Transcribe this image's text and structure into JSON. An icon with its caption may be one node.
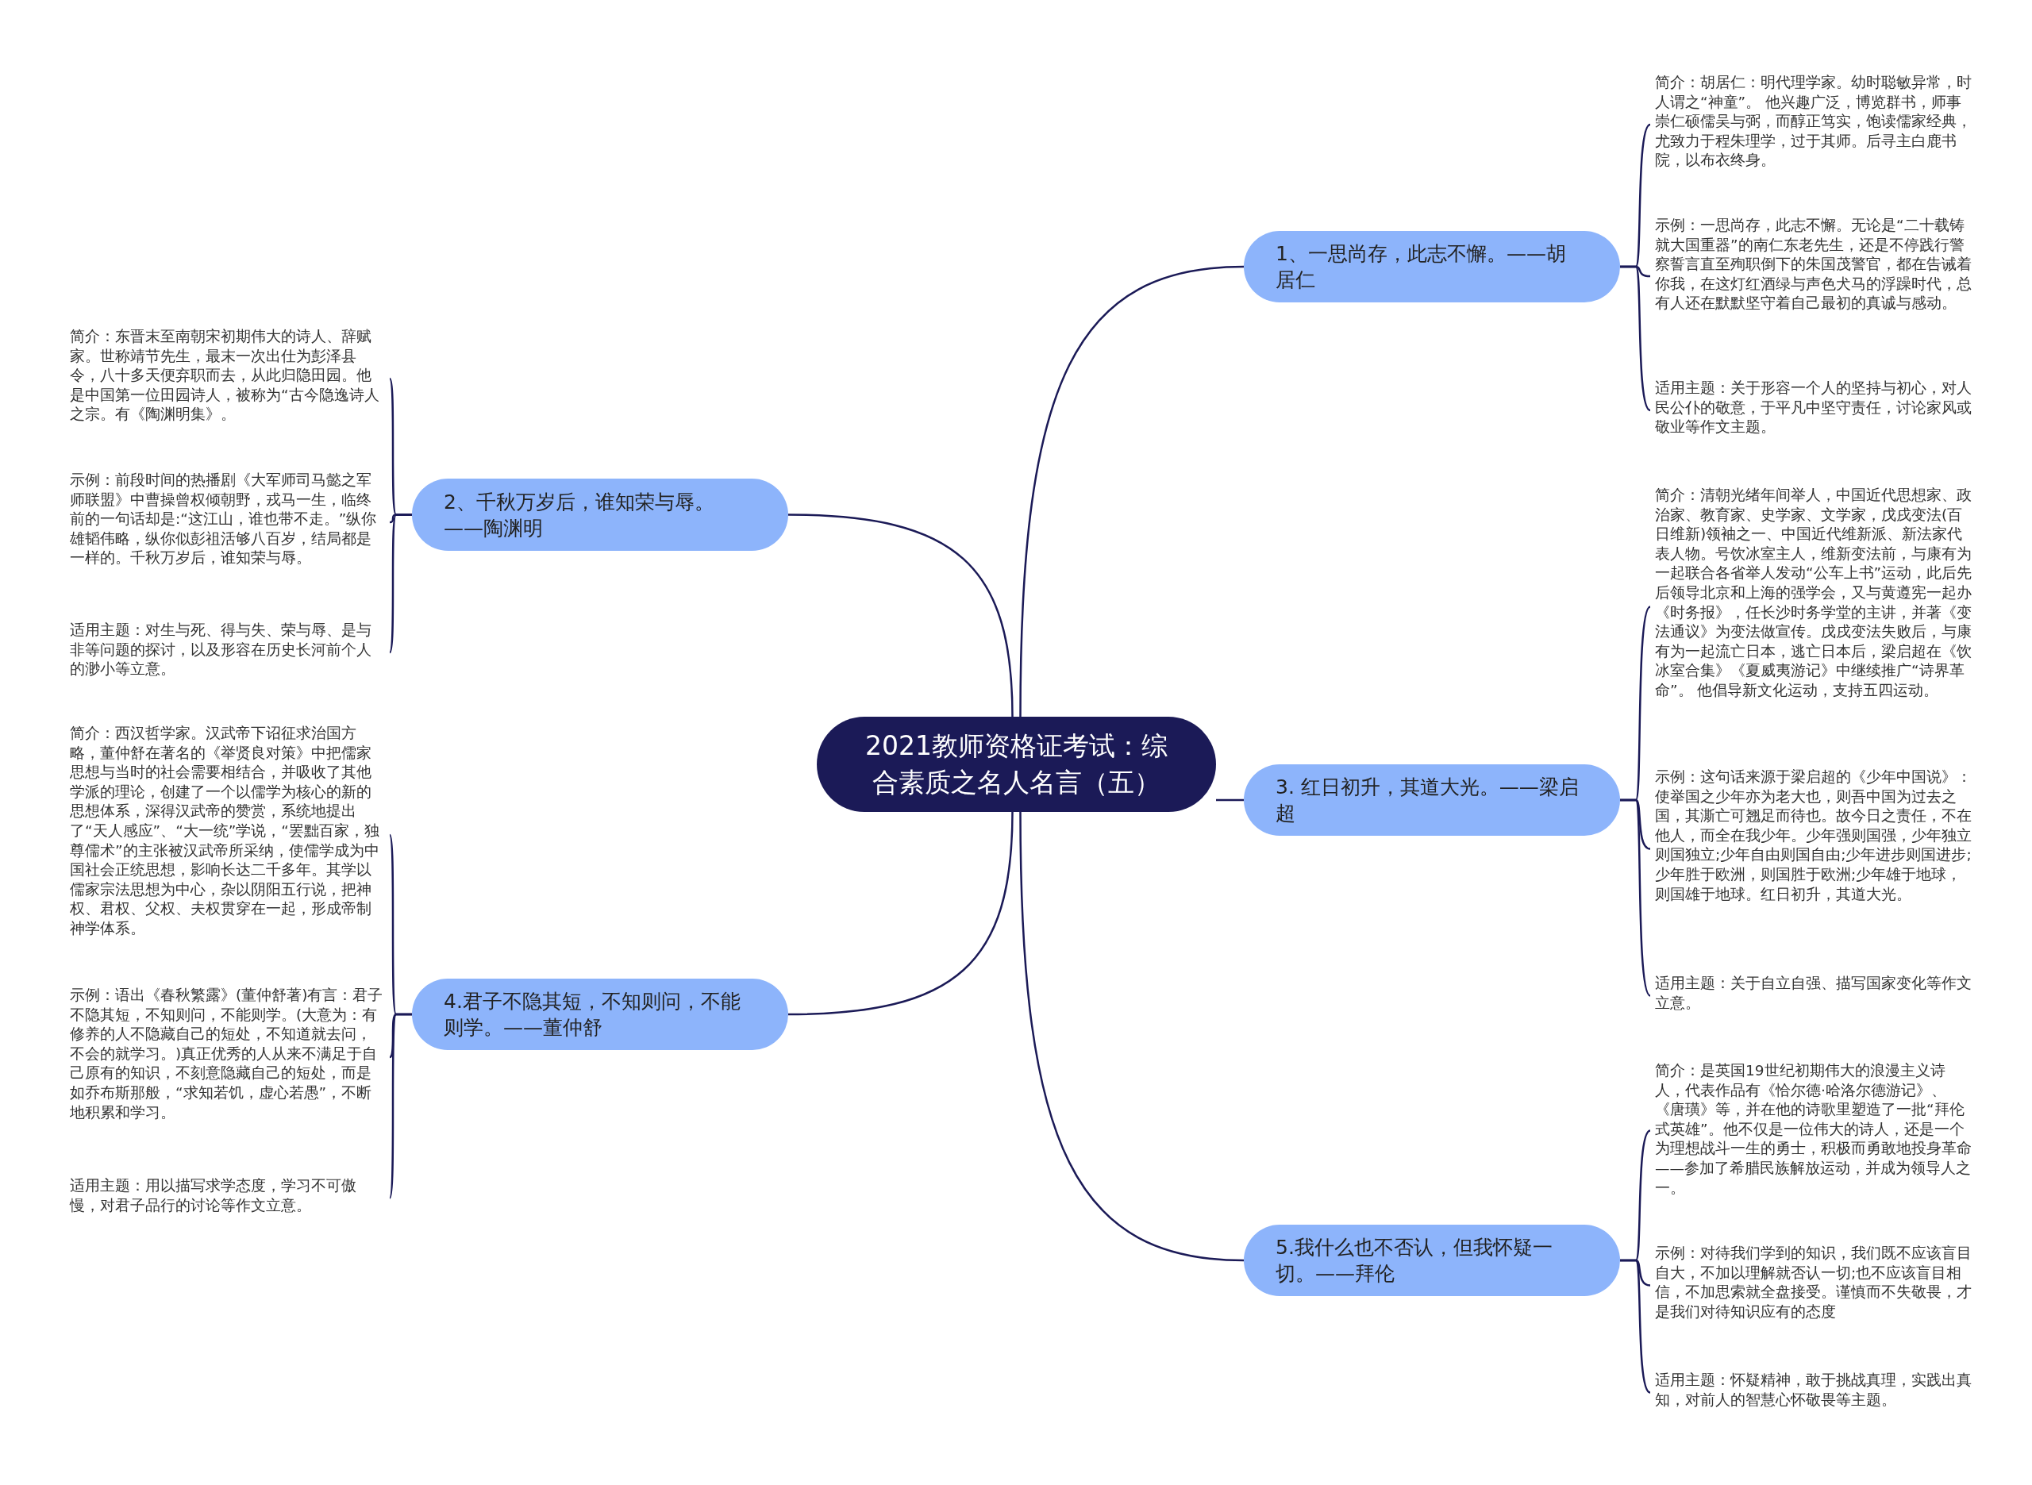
{
  "diagram": {
    "nodes": [
      {
        "text": [
          "2021教师资格证考试：综合素质之名人名言（五）"
        ]
      },
      {
        "text": [
          "1、一思尚存，此志不懈。——胡居仁"
        ]
      },
      {
        "text": [
          "简介：胡居仁：明代理学家。幼时聪敏异常，时人谓之“神童”。 他兴趣广泛，博览群书，师事崇仁硕儒吴与弼，而醇正笃实，饱读儒家经典，尤致力于程朱理学，过于其师。后寻主白鹿书院，以布衣终身。"
        ]
      },
      {
        "text": [
          "示例：一思尚存，此志不懈。无论是“二十载铸就大国重器”的南仁东老先生，还是不停践行警察誓言直至殉职倒下的朱国茂警官，都在告诫着你我，在这灯红酒绿与声色犬马的浮躁时代，总有人还在默默坚守着自己最初的真诚与感动。"
        ]
      },
      {
        "text": [
          "适用主题：关于形容一个人的坚持与初心，对人民公仆的敬意，于平凡中坚守责任，讨论家风或敬业等作文主题。"
        ]
      },
      {
        "text": [
          "2、千秋万岁后，谁知荣与辱。——陶渊明"
        ]
      },
      {
        "text": [
          "简介：东晋末至南朝宋初期伟大的诗人、辞赋家。世称靖节先生，最末一次出仕为彭泽县令，八十多天便弃职而去，从此归隐田园。他是中国第一位田园诗人，被称为“古今隐逸诗人之宗。有《陶渊明集》。"
        ]
      },
      {
        "text": [
          "示例：前段时间的热播剧《大军师司马懿之军师联盟》中曹操曾权倾朝野，戎马一生，临终前的一句话却是:“这江山，谁也带不走。”纵你雄韬伟略，纵你似彭祖活够八百岁，结局都是一样的。千秋万岁后，谁知荣与辱。"
        ]
      },
      {
        "text": [
          "适用主题：对生与死、得与失、荣与辱、是与非等问题的探讨，以及形容在历史长河前个人的渺小等立意。"
        ]
      },
      {
        "text": [
          "3. 红日初升，其道大光。——梁启超"
        ]
      },
      {
        "text": [
          "简介：清朝光绪年间举人，中国近代思想家、政治家、教育家、史学家、文学家，戊戌变法(百日维新)领袖之一、中国近代维新派、新法家代表人物。号饮冰室主人，维新变法前，与康有为一起联合各省举人发动“公车上书”运动，此后先后领导北京和上海的强学会，又与黄遵宪一起办《时务报》，任长沙时务学堂的主讲，并著《变法通议》为变法做宣传。戊戌变法失败后，与康有为一起流亡日本，逃亡日本后，梁启超在《饮冰室合集》《夏威夷游记》中继续推广“诗界革命”。 他倡导新文化运动，支持五四运动。"
        ]
      },
      {
        "text": [
          "示例：这句话来源于梁启超的《少年中国说》：使举国之少年亦为老大也，则吾中国为过去之国，其澌亡可翘足而待也。故今日之责任，不在他人，而全在我少年。少年强则国强，少年独立则国独立;少年自由则国自由;少年进步则国进步;少年胜于欧洲，则国胜于欧洲;少年雄于地球，则国雄于地球。红日初升，其道大光。"
        ]
      },
      {
        "text": [
          "适用主题：关于自立自强、描写国家变化等作文立意。"
        ]
      },
      {
        "text": [
          "4.君子不隐其短，不知则问，不能则学。——董仲舒"
        ]
      },
      {
        "text": [
          "简介：西汉哲学家。汉武帝下诏征求治国方略，董仲舒在著名的《举贤良对策》中把儒家思想与当时的社会需要相结合，并吸收了其他学派的理论，创建了一个以儒学为核心的新的思想体系，深得汉武帝的赞赏，系统地提出了“天人感应”、“大一统”学说，“罢黜百家，独尊儒术”的主张被汉武帝所采纳，使儒学成为中国社会正统思想，影响长达二千多年。其学以儒家宗法思想为中心，杂以阴阳五行说，把神权、君权、父权、夫权贯穿在一起，形成帝制神学体系。"
        ]
      },
      {
        "text": [
          "示例：语出《春秋繁露》(董仲舒著)有言：君子不隐其短，不知则问，不能则学。(大意为：有修养的人不隐藏自己的短处，不知道就去问，不会的就学习。)真正优秀的人从来不满足于自己原有的知识，不刻意隐藏自己的短处，而是如乔布斯那般，“求知若饥，虚心若愚”，不断地积累和学习。"
        ]
      },
      {
        "text": [
          "适用主题：用以描写求学态度，学习不可傲慢，对君子品行的讨论等作文立意。"
        ]
      },
      {
        "text": [
          "5.我什么也不否认，但我怀疑一切。——拜伦"
        ]
      },
      {
        "text": [
          "简介：是英国19世纪初期伟大的浪漫主义诗人，代表作品有《恰尔德·哈洛尔德游记》、《唐璜》等，并在他的诗歌里塑造了一批“拜伦式英雄”。他不仅是一位伟大的诗人，还是一个为理想战斗一生的勇士，积极而勇敢地投身革命——参加了希腊民族解放运动，并成为领导人之一。"
        ]
      },
      {
        "text": [
          "示例：对待我们学到的知识，我们既不应该盲目自大，不加以理解就否认一切;也不应该盲目相信，不加思索就全盘接受。谨慎而不失敬畏，才是我们对待知识应有的态度"
        ]
      },
      {
        "text": [
          "适用主题：怀疑精神，敢于挑战真理，实践出真知，对前人的智慧心怀敬畏等主题。"
        ]
      }
    ],
    "edges": [
      {
        "from": 0,
        "to": 1,
        "arrow": "none"
      },
      {
        "from": 1,
        "to": 2,
        "arrow": "none"
      },
      {
        "from": 1,
        "to": 3,
        "arrow": "none"
      },
      {
        "from": 1,
        "to": 4,
        "arrow": "none"
      },
      {
        "from": 0,
        "to": 5,
        "arrow": "none"
      },
      {
        "from": 5,
        "to": 6,
        "arrow": "none"
      },
      {
        "from": 5,
        "to": 7,
        "arrow": "none"
      },
      {
        "from": 5,
        "to": 8,
        "arrow": "none"
      },
      {
        "from": 0,
        "to": 9,
        "arrow": "none"
      },
      {
        "from": 9,
        "to": 10,
        "arrow": "none"
      },
      {
        "from": 9,
        "to": 11,
        "arrow": "none"
      },
      {
        "from": 9,
        "to": 12,
        "arrow": "none"
      },
      {
        "from": 0,
        "to": 13,
        "arrow": "none"
      },
      {
        "from": 13,
        "to": 14,
        "arrow": "none"
      },
      {
        "from": 13,
        "to": 15,
        "arrow": "none"
      },
      {
        "from": 13,
        "to": 16,
        "arrow": "none"
      },
      {
        "from": 0,
        "to": 17,
        "arrow": "none"
      },
      {
        "from": 17,
        "to": 18,
        "arrow": "none"
      },
      {
        "from": 17,
        "to": 19,
        "arrow": "none"
      },
      {
        "from": 17,
        "to": 20,
        "arrow": "none"
      }
    ]
  }
}
